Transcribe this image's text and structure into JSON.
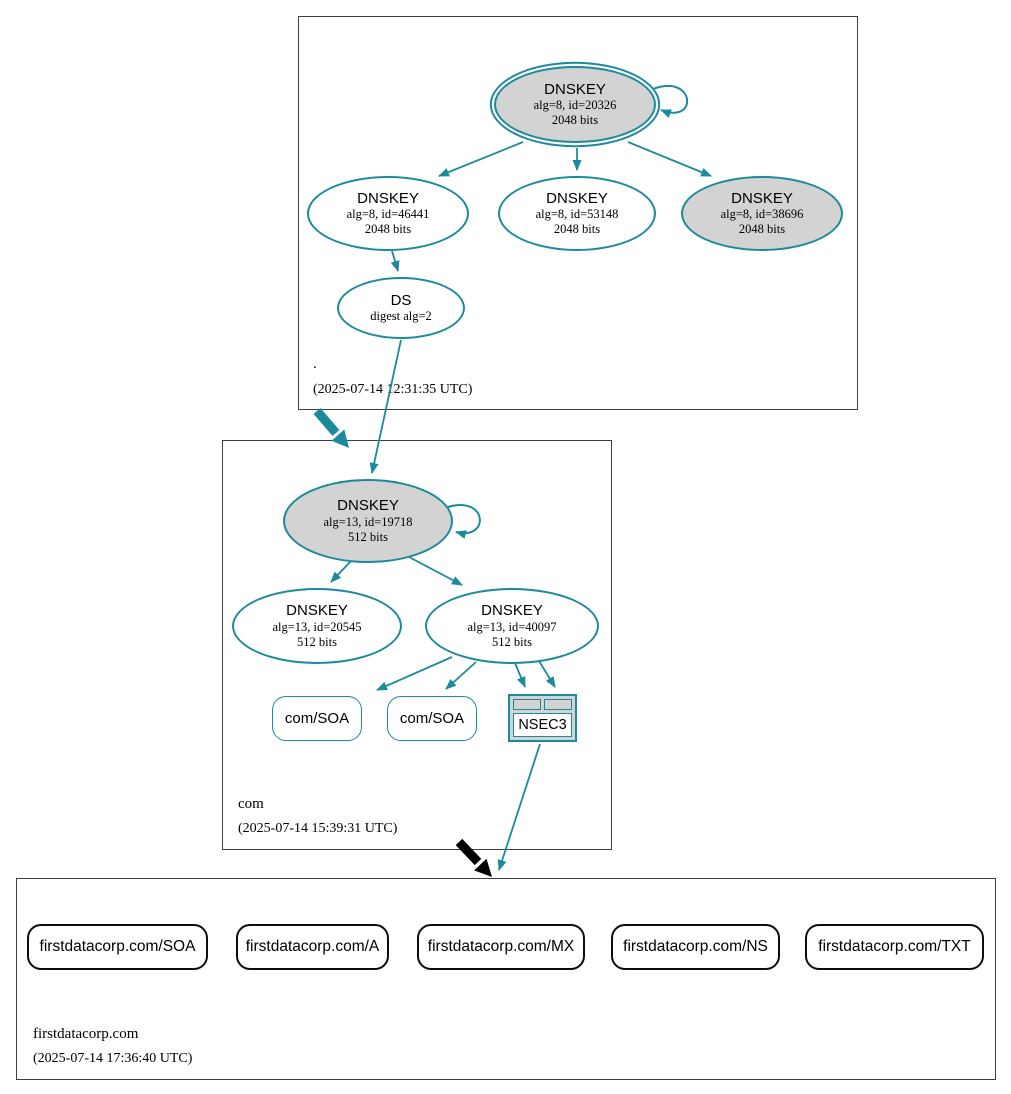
{
  "root_zone": {
    "label": ".",
    "timestamp": "(2025-07-14 12:31:35 UTC)",
    "ksk": {
      "title": "DNSKEY",
      "detail": "alg=8, id=20326",
      "size": "2048 bits"
    },
    "zsk1": {
      "title": "DNSKEY",
      "detail": "alg=8, id=46441",
      "size": "2048 bits"
    },
    "zsk2": {
      "title": "DNSKEY",
      "detail": "alg=8, id=53148",
      "size": "2048 bits"
    },
    "zsk3": {
      "title": "DNSKEY",
      "detail": "alg=8, id=38696",
      "size": "2048 bits"
    },
    "ds": {
      "title": "DS",
      "detail": "digest alg=2"
    }
  },
  "com_zone": {
    "label": "com",
    "timestamp": "(2025-07-14 15:39:31 UTC)",
    "ksk": {
      "title": "DNSKEY",
      "detail": "alg=13, id=19718",
      "size": "512 bits"
    },
    "zsk1": {
      "title": "DNSKEY",
      "detail": "alg=13, id=20545",
      "size": "512 bits"
    },
    "zsk2": {
      "title": "DNSKEY",
      "detail": "alg=13, id=40097",
      "size": "512 bits"
    },
    "soa1": {
      "title": "com/SOA"
    },
    "soa2": {
      "title": "com/SOA"
    },
    "nsec3": {
      "title": "NSEC3"
    }
  },
  "fdc_zone": {
    "label": "firstdatacorp.com",
    "timestamp": "(2025-07-14 17:36:40 UTC)",
    "rrsets": [
      "firstdatacorp.com/SOA",
      "firstdatacorp.com/A",
      "firstdatacorp.com/MX",
      "firstdatacorp.com/NS",
      "firstdatacorp.com/TXT"
    ]
  },
  "colors": {
    "secure_teal": "#1b8a9c",
    "insecure_black": "#000000",
    "node_gray_fill": "#d3d3d3",
    "zone_box_border": "#3f3f3f"
  }
}
